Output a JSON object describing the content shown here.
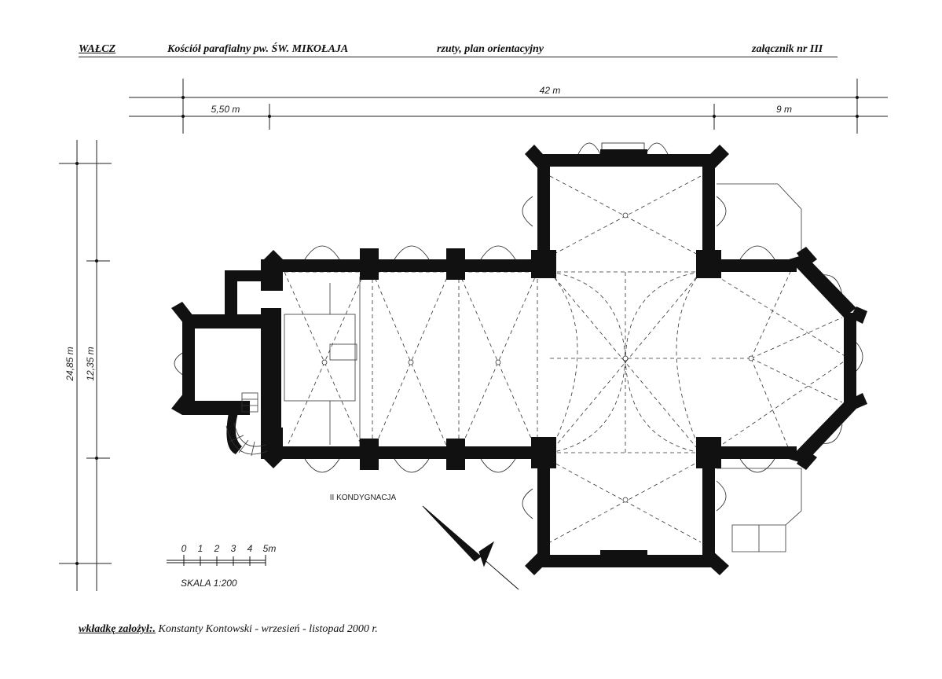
{
  "header": {
    "town": "WAŁCZ",
    "church": "Kościół parafialny pw. ŚW. MIKOŁAJA",
    "subject": "rzuty, plan orientacyjny",
    "appendix": "załącznik nr III"
  },
  "dimensions": {
    "total_width": "42 m",
    "tower_width": "5,50 m",
    "chancel_width": "9 m",
    "total_depth": "24,85 m",
    "nave_depth": "12,35 m"
  },
  "scale": {
    "ticks": [
      "0",
      "1",
      "2",
      "3",
      "4",
      "5m"
    ],
    "label": "SKALA  1:200"
  },
  "level_label": "II KONDYGNACJA",
  "footer": {
    "label": "wkładkę założył:.",
    "author": "Konstanty Kontowski - wrzesień - listopad  2000 r."
  },
  "colors": {
    "ink": "#111111",
    "paper": "#ffffff"
  }
}
